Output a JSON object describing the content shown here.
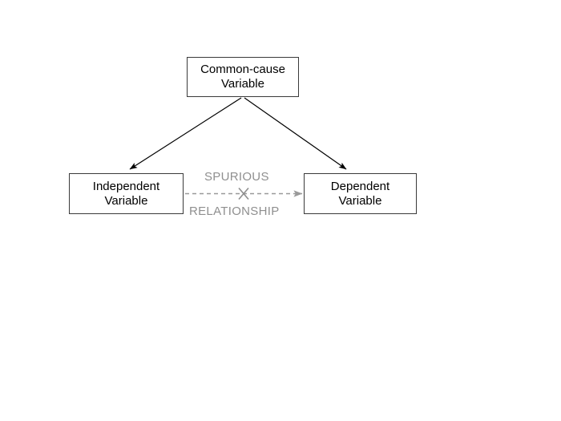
{
  "diagram": {
    "title": "Spurious relationship / common-cause diagram",
    "background_color": "#ffffff",
    "nodes": [
      {
        "id": "common-cause",
        "label": "Common-cause\nVariable",
        "text_color": "#000000",
        "border_color": "#3a3a3a",
        "fill_color": "#ffffff"
      },
      {
        "id": "independent",
        "label": "Independent\nVariable",
        "text_color": "#000000",
        "border_color": "#3a3a3a",
        "fill_color": "#ffffff"
      },
      {
        "id": "dependent",
        "label": "Dependent\nVariable",
        "text_color": "#000000",
        "border_color": "#3a3a3a",
        "fill_color": "#ffffff"
      }
    ],
    "edges": [
      {
        "id": "cause-to-independent",
        "from": "common-cause",
        "to": "independent",
        "style": "solid",
        "color": "#000000",
        "arrowhead": "filled"
      },
      {
        "id": "cause-to-dependent",
        "from": "common-cause",
        "to": "dependent",
        "style": "solid",
        "color": "#000000",
        "arrowhead": "filled"
      },
      {
        "id": "independent-to-dependent",
        "from": "independent",
        "to": "dependent",
        "style": "dashed",
        "color": "#9a9a9a",
        "arrowhead": "filled",
        "crossed_out": true,
        "cross_marker": "x"
      }
    ],
    "edge_labels": {
      "spurious": "SPURIOUS",
      "relationship": "RELATIONSHIP",
      "color": "#8f8f8f"
    }
  }
}
